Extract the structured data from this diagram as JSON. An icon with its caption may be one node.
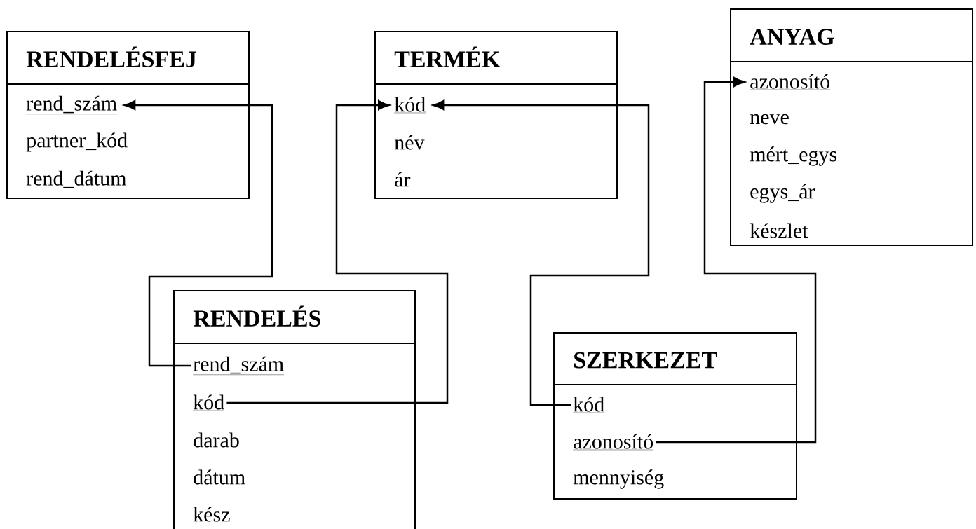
{
  "diagram": {
    "nodes": [
      {
        "text": [
          "RENDELÉSFEJ"
        ]
      },
      {
        "text": [
          "rend_szám"
        ],
        "in": 0
      },
      {
        "text": [
          "partner_kód"
        ],
        "in": 0
      },
      {
        "text": [
          "rend_dátum"
        ],
        "in": 0
      },
      {
        "text": [
          "TERMÉK"
        ]
      },
      {
        "text": [
          "kód"
        ],
        "in": 4
      },
      {
        "text": [
          "név"
        ],
        "in": 4
      },
      {
        "text": [
          "ár"
        ],
        "in": 4
      },
      {
        "text": [
          "ANYAG"
        ]
      },
      {
        "text": [
          "azonosító"
        ],
        "in": 8
      },
      {
        "text": [
          "neve"
        ],
        "in": 8
      },
      {
        "text": [
          "mért_egys"
        ],
        "in": 8
      },
      {
        "text": [
          "egys_ár"
        ],
        "in": 8
      },
      {
        "text": [
          "készlet"
        ],
        "in": 8
      },
      {
        "text": [
          "RENDELÉS"
        ]
      },
      {
        "text": [
          "rend_szám"
        ],
        "in": 14
      },
      {
        "text": [
          "kód"
        ],
        "in": 14
      },
      {
        "text": [
          "darab"
        ],
        "in": 14
      },
      {
        "text": [
          "dátum"
        ],
        "in": 14
      },
      {
        "text": [
          "kész"
        ],
        "in": 14
      },
      {
        "text": [
          "SZERKEZET"
        ]
      },
      {
        "text": [
          "kód"
        ],
        "in": 20
      },
      {
        "text": [
          "azonosító"
        ],
        "in": 20
      },
      {
        "text": [
          "mennyiség"
        ],
        "in": 20
      }
    ],
    "edges": [
      {
        "from": 15,
        "to": 1,
        "arrow": "to"
      },
      {
        "from": 16,
        "to": 5,
        "arrow": "to"
      },
      {
        "from": 21,
        "to": 5,
        "arrow": "to"
      },
      {
        "from": 22,
        "to": 9,
        "arrow": "to"
      }
    ]
  }
}
